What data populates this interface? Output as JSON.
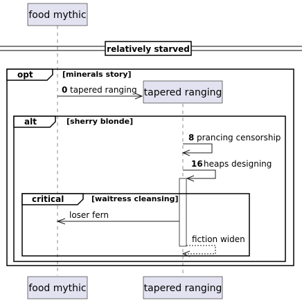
{
  "participants": {
    "food": "food mythic",
    "tapered": "tapered ranging"
  },
  "divider": "relatively starved",
  "fragments": {
    "opt": {
      "keyword": "opt",
      "guard": "[minerals story]"
    },
    "alt": {
      "keyword": "alt",
      "guard": "[sherry blonde]"
    },
    "critical": {
      "keyword": "critical",
      "guard": "[waitress cleansing]"
    }
  },
  "messages": [
    {
      "num": "0",
      "label": "tapered ranging"
    },
    {
      "num": "8",
      "label": "prancing censorship"
    },
    {
      "num": "16",
      "label": "heaps designing"
    },
    {
      "num": "",
      "label": "loser fern"
    },
    {
      "num": "",
      "label": "fiction widen"
    }
  ]
}
